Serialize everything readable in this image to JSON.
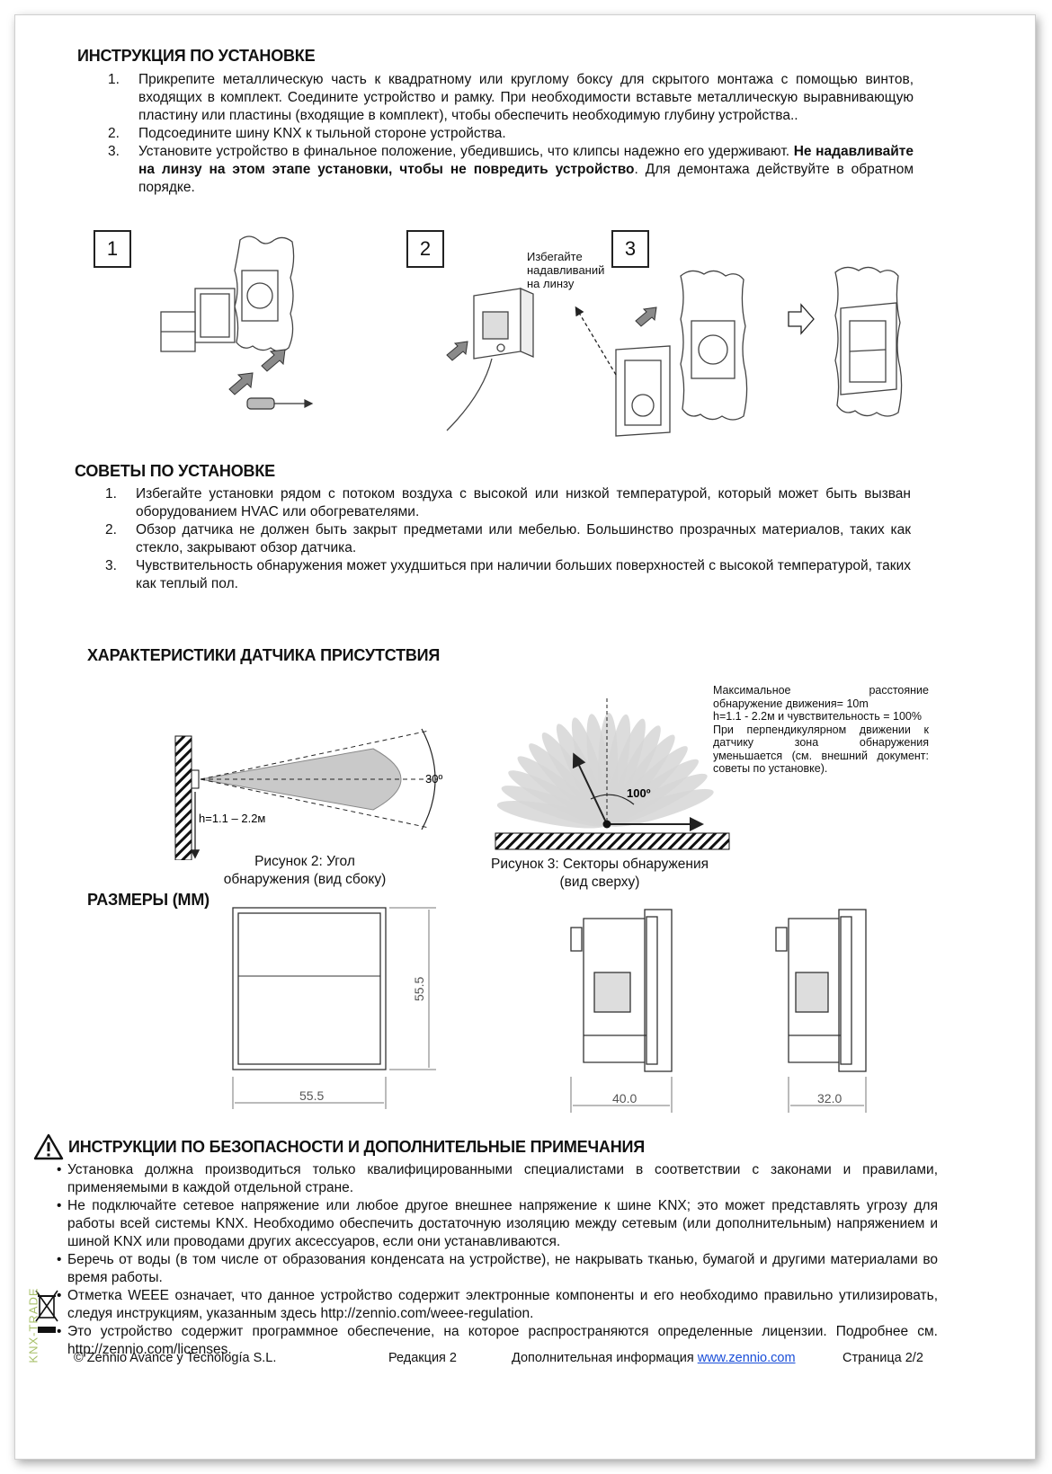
{
  "install": {
    "title": "ИНСТРУКЦИЯ ПО УСТАНОВКЕ",
    "items": [
      {
        "num": "1.",
        "text": "Прикрепите металлическую часть к квадратному или круглому боксу для скрытого монтажа с помощью винтов, входящих в комплект. Соедините устройство и рамку. При необходимости вставьте металлическую выравнивающую пластину или пластины (входящие в комплект), чтобы обеспечить необходимую глубину устройства.."
      },
      {
        "num": "2.",
        "text": "Подсоедините шину KNX к тыльной стороне устройства."
      },
      {
        "num": "3.",
        "text_before": "Установите устройство в финальное положение, убедившись, что клипсы надежно его удерживают. ",
        "text_bold": "Не надавливайте на линзу на этом этапе установки, чтобы не повредить устройство",
        "text_after": ". Для демонтажа действуйте в обратном порядке."
      }
    ],
    "steps": [
      "1",
      "2",
      "3"
    ],
    "avoid_note": [
      "Избегайте",
      "надавливаний",
      "на линзу"
    ]
  },
  "tips": {
    "title": "СОВЕТЫ ПО УСТАНОВКЕ",
    "items": [
      {
        "num": "1.",
        "text": "Избегайте установки рядом с потоком воздуха с высокой или низкой температурой, который может быть вызван оборудованием HVAC или обогревателями."
      },
      {
        "num": "2.",
        "text": "Обзор датчика не должен быть закрыт предметами или мебелью. Большинство прозрачных материалов, таких как стекло, закрывают обзор датчика."
      },
      {
        "num": "3.",
        "text": "Чувствительность обнаружения может ухудшиться при наличии больших поверхностей с высокой температурой, таких как теплый пол."
      }
    ]
  },
  "sensor": {
    "title": "ХАРАКТЕРИСТИКИ ДАТЧИКА ПРИСУТСТВИЯ",
    "side_angle": "30º",
    "height_label": "h=1.1 – 2.2м",
    "top_angle": "100º",
    "fig2_caption": [
      "Рисунок 2: Угол",
      "обнаружения (вид сбоку)"
    ],
    "fig3_caption": [
      "Рисунок 3: Секторы обнаружения",
      "(вид сверху)"
    ],
    "note_lines": [
      "Максимальное расстояние",
      "обнаружение движения= 10m",
      "h=1.1 - 2.2м и чувствительность = 100%",
      "При перпендикулярном движении к",
      "датчику зона обнаружения",
      "уменьшается (см. внешний документ:",
      "советы по установке)."
    ]
  },
  "dims": {
    "title": "РАЗМЕРЫ (ММ)",
    "front_width": "55.5",
    "front_height": "55.5",
    "side_depth_a": "40.0",
    "side_depth_b": "32.0"
  },
  "safety": {
    "title": "ИНСТРУКЦИИ ПО БЕЗОПАСНОСТИ И ДОПОЛНИТЕЛЬНЫЕ ПРИМЕЧАНИЯ",
    "items": [
      "Установка должна производиться только квалифицированными специалистами в соответствии с законами и правилами, применяемыми в каждой отдельной стране.",
      "Не подключайте сетевое напряжение или любое другое внешнее напряжение к шине KNX; это может представлять угрозу для работы всей системы KNX. Необходимо обеспечить достаточную изоляцию между сетевым (или дополнительным) напряжением и шиной KNX или проводами других аксессуаров, если они устанавливаются.",
      "Беречь от воды (в том числе от образования конденсата на устройстве), не накрывать тканью, бумагой и другими материалами во время работы.",
      "Отметка WEEE означает, что данное устройство содержит электронные компоненты и его необходимо правильно утилизировать, следуя инструкциям, указанным здесь http://zennio.com/weee-regulation.",
      "Это устройство содержит программное обеспечение, на которое распространяются определенные лицензии. Подробнее см. http://zennio.com/licenses."
    ]
  },
  "footer": {
    "copyright": "© Zennio Avance y Tecnología S.L.",
    "edition": "Редакция 2",
    "more_info": "Дополнительная информация ",
    "link": "www.zennio.com",
    "page": "Страница 2/2",
    "watermark": "KNX-TRADE"
  },
  "colors": {
    "link": "#1a4ed8",
    "watermark": "#a8c06a"
  }
}
